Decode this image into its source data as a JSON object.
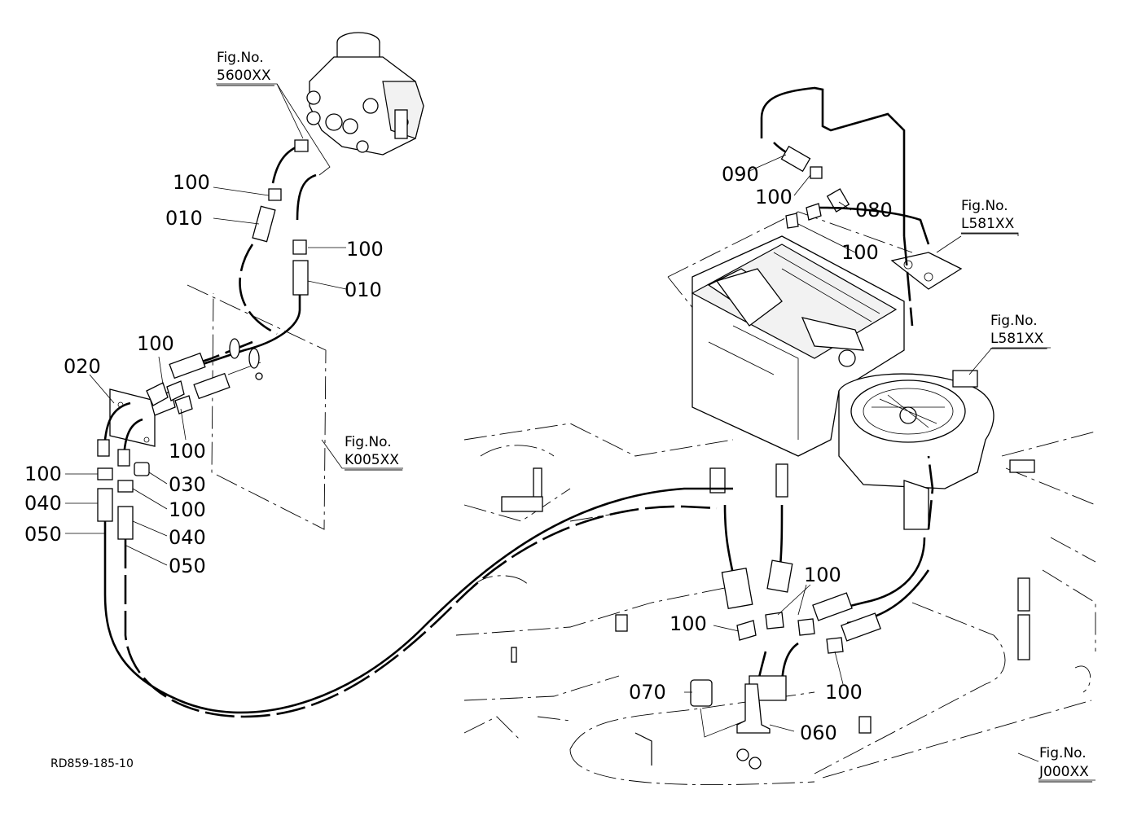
{
  "fig_refs": {
    "f5600": {
      "line1": "Fig.No.",
      "line2": "5600XX"
    },
    "l581a": {
      "line1": "Fig.No.",
      "line2": "L581XX"
    },
    "l581b": {
      "line1": "Fig.No.",
      "line2": "L581XX"
    },
    "k005": {
      "line1": "Fig.No.",
      "line2": "K005XX"
    },
    "j000": {
      "line1": "Fig.No.",
      "line2": "J000XX"
    }
  },
  "callouts": {
    "c100_a": "100",
    "c010_a": "010",
    "c100_b": "100",
    "c010_b": "010",
    "c100_c": "100",
    "c020": "020",
    "c100_d": "100",
    "c100_e": "100",
    "c030": "030",
    "c040_a": "040",
    "c100_f": "100",
    "c050_a": "050",
    "c040_b": "040",
    "c050_b": "050",
    "c090": "090",
    "c100_g": "100",
    "c080": "080",
    "c100_h": "100",
    "c100_i": "100",
    "c100_j": "100",
    "c100_k": "100",
    "c070": "070",
    "c060": "060"
  },
  "drawing_code": "RD859-185-10"
}
